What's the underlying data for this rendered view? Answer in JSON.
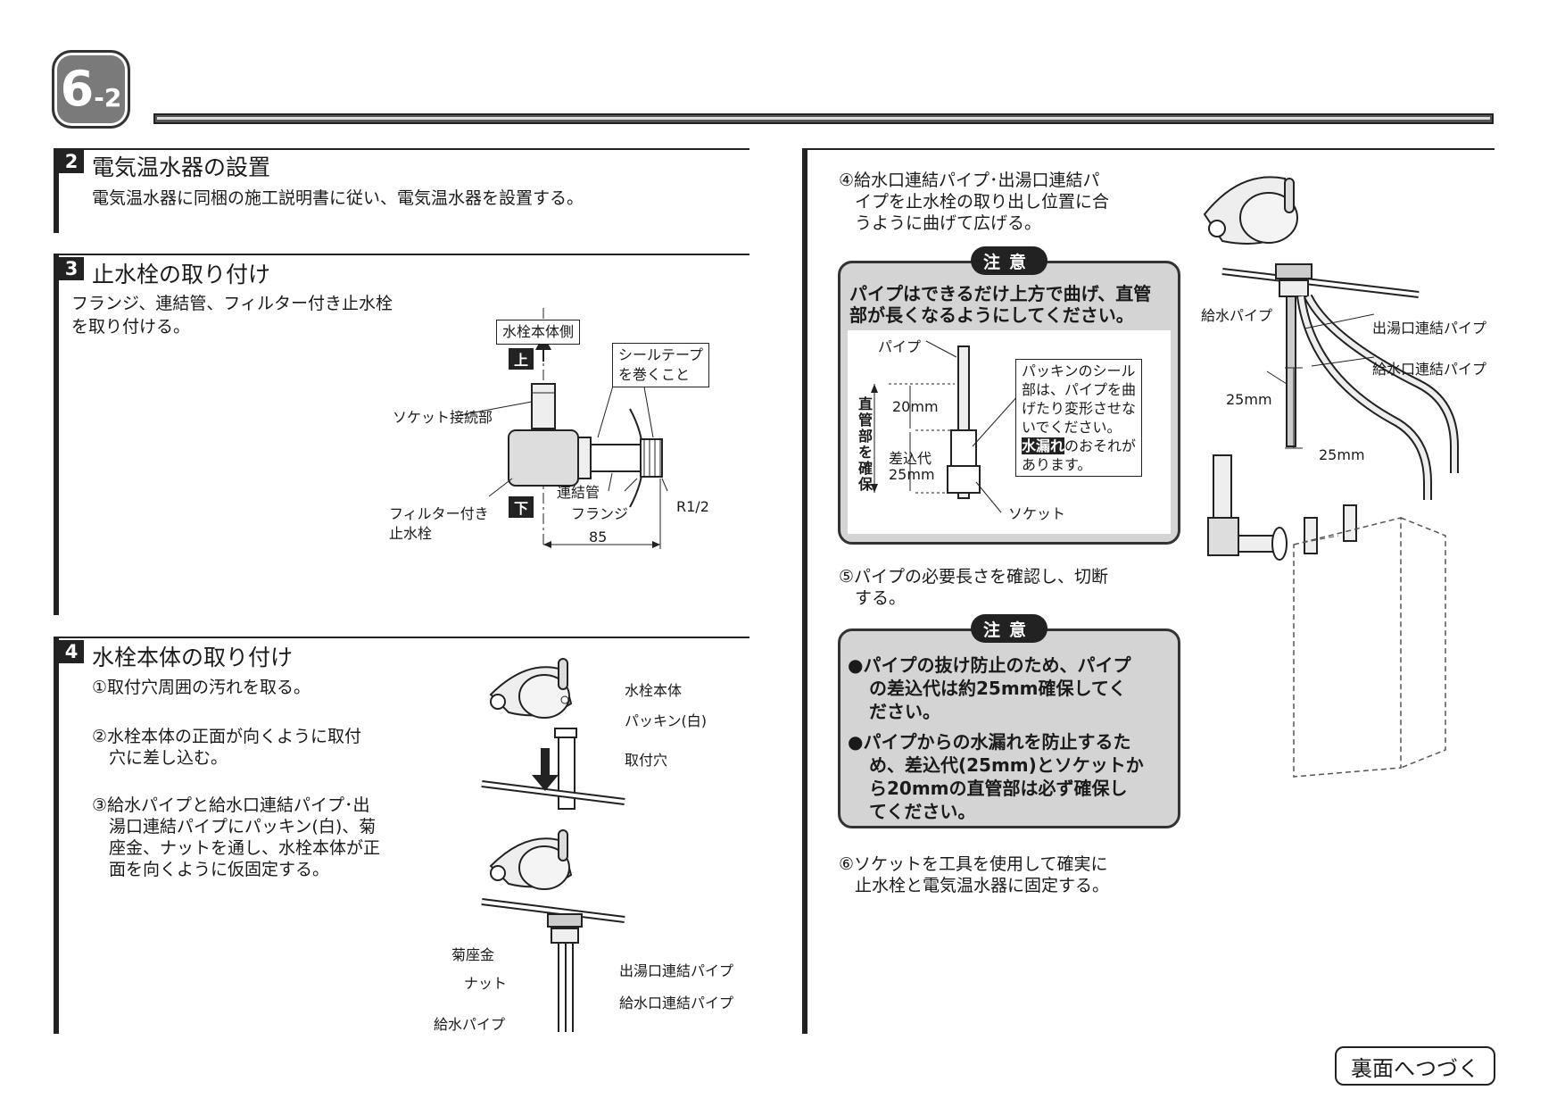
{
  "page": {
    "section_number": "6",
    "section_sub": "-2"
  },
  "sec2": {
    "num": "2",
    "title": "電気温水器の設置",
    "body": "電気温水器に同梱の施工説明書に従い、電気温水器を設置する。"
  },
  "sec3": {
    "num": "3",
    "title": "止水栓の取り付け",
    "body1": "フランジ、連結管、フィルター付き止水栓",
    "body2": "を取り付ける。",
    "labels": {
      "body_side": "水栓本体側",
      "up": "上",
      "down": "下",
      "seal1": "シールテープ",
      "seal2": "を巻くこと",
      "socket": "ソケット接続部",
      "filter1": "フィルター付き",
      "filter2": "止水栓",
      "pipe": "連結管",
      "flange": "フランジ",
      "thread": "R1/2",
      "dim": "85"
    }
  },
  "sec4": {
    "num": "4",
    "title": "水栓本体の取り付け",
    "step1": "①取付穴周囲の汚れを取る。",
    "step2a": "②水栓本体の正面が向くように取付",
    "step2b": "穴に差し込む。",
    "step3a": "③給水パイプと給水口連結パイプ･出",
    "step3b": "湯口連結パイプにパッキン(白)、菊",
    "step3c": "座金、ナットを通し、水栓本体が正",
    "step3d": "面を向くように仮固定する。",
    "labels": {
      "faucet": "水栓本体",
      "packing": "パッキン(白)",
      "hole": "取付穴",
      "washer": "菊座金",
      "nut": "ナット",
      "supply": "給水パイプ",
      "hot_out": "出湯口連結パイプ",
      "supply_conn": "給水口連結パイプ"
    }
  },
  "right": {
    "step4a": "④給水口連結パイプ･出湯口連結パ",
    "step4b": "イプを止水栓の取り出し位置に合",
    "step4c": "うように曲げて広げる。",
    "caution_label": "注意",
    "caution1a": "パイプはできるだけ上方で曲げ、直管",
    "caution1b": "部が長くなるようにしてください。",
    "inset": {
      "pipe": "パイプ",
      "dim20": "20mm",
      "insert1": "差込代",
      "dim25": "25mm",
      "socket": "ソケット",
      "vertical": "直管部を確保",
      "note1": "パッキンのシール",
      "note2": "部は、パイプを曲",
      "note3": "げたり変形させな",
      "note4": "いでください。",
      "warn": "水漏れ",
      "note5": "のおそれが",
      "note6": "あります。"
    },
    "step5a": "⑤パイプの必要長さを確認し、切断",
    "step5b": "する。",
    "caution2_1a": "●パイプの抜け防止のため、パイプ",
    "caution2_1b": "の差込代は約25mm確保してく",
    "caution2_1c": "ださい。",
    "caution2_2a": "●パイプからの水漏れを防止するた",
    "caution2_2b": "め、差込代(25mm)とソケットか",
    "caution2_2c": "ら20mmの直管部は必ず確保し",
    "caution2_2d": "てください。",
    "step6a": "⑥ソケットを工具を使用して確実に",
    "step6b": "止水栓と電気温水器に固定する。",
    "fig": {
      "supply": "給水パイプ",
      "hot_out": "出湯口連結パイプ",
      "supply_conn": "給水口連結パイプ",
      "dim_a": "25mm",
      "dim_b": "25mm"
    }
  },
  "footer": {
    "next": "裏面へつづく"
  }
}
